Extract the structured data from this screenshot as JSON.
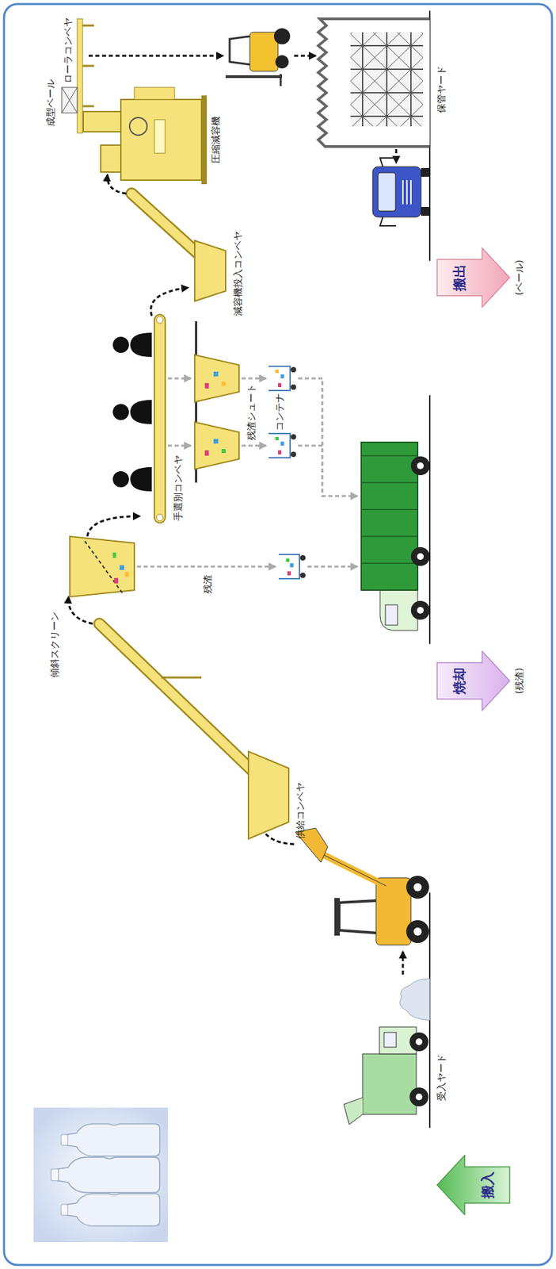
{
  "diagram": {
    "nodes": [
      {
        "text": [
          "搬入"
        ]
      },
      {
        "text": [
          "焼却",
          "(残渣)"
        ]
      },
      {
        "text": [
          "搬出",
          "(ベール)"
        ]
      }
    ],
    "labels": [
      "受入ヤード",
      "供給コンベヤ",
      "傾斜スクリーン",
      "残渣",
      "手選別コンベヤ",
      "残渣シュート",
      "コンテナ",
      "減容機投入コンベヤ",
      "圧縮減容機",
      "成型ベール",
      "ローラコンベヤ",
      "保管ヤード"
    ]
  }
}
